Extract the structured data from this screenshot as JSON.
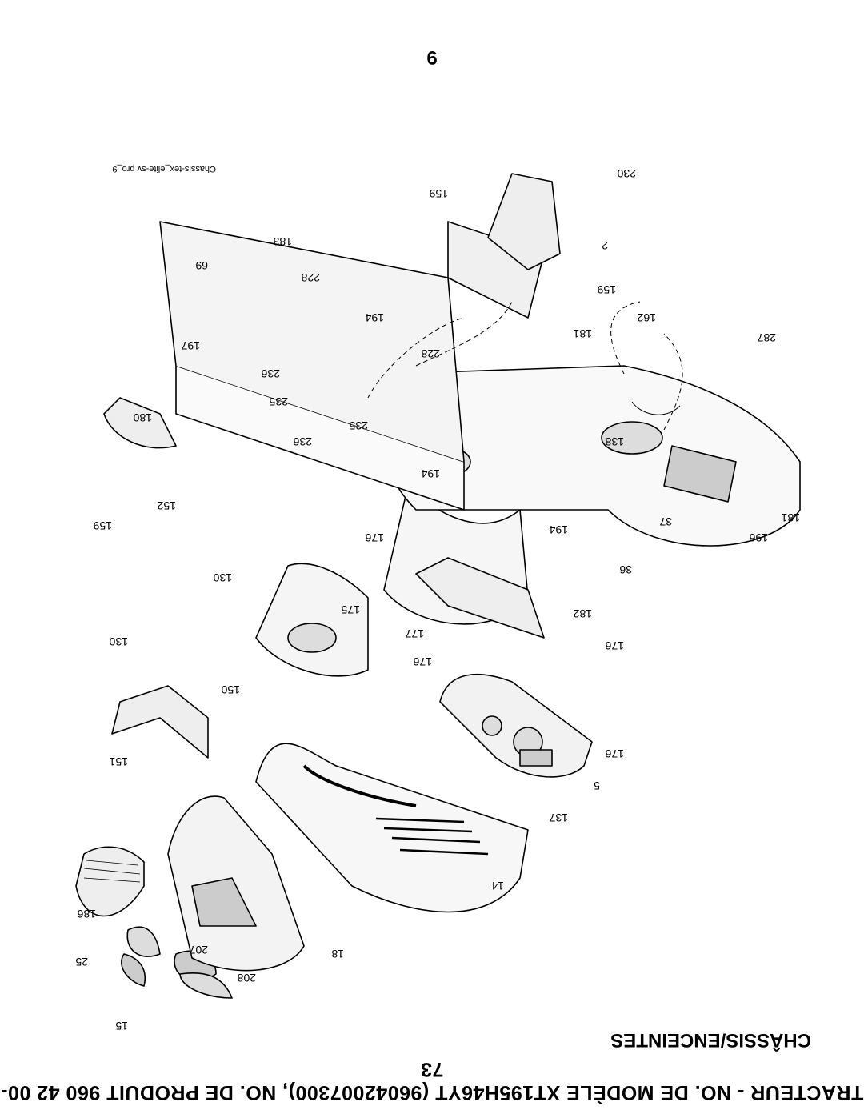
{
  "header": {
    "line1": "TRACTEUR - NO. DE MODÈLE XT195H46YT (96042007300), NO. DE PRODUIT 960 42 00-73",
    "line2": "CHÂSSIS/ENCEINTES"
  },
  "page_number": "9",
  "figure_caption": "Chassis-tex_elite-sv pro_9",
  "part_labels": {
    "p15": "15",
    "p25": "25",
    "p208": "208",
    "p207": "207",
    "p18": "18",
    "p186": "186",
    "p14": "14",
    "p137": "137",
    "p151": "151",
    "p5": "5",
    "p176a": "176",
    "p150": "150",
    "p176b": "176",
    "p176c": "176",
    "p130a": "130",
    "p177": "177",
    "p175": "175",
    "p182": "182",
    "p130b": "130",
    "p36": "36",
    "p196": "196",
    "p181a": "181",
    "p37": "37",
    "p194a": "194",
    "p176d": "176",
    "p159a": "159",
    "p152": "152",
    "p194b": "194",
    "p138": "138",
    "p236a": "236",
    "p235a": "235",
    "p180": "180",
    "p235b": "235",
    "p236b": "236",
    "p228a": "228",
    "p287": "287",
    "p197": "197",
    "p181b": "181",
    "p194c": "194",
    "p162": "162",
    "p69": "69",
    "p228b": "228",
    "p159b": "159",
    "p183": "183",
    "p2": "2",
    "p159c": "159",
    "p230": "230"
  }
}
